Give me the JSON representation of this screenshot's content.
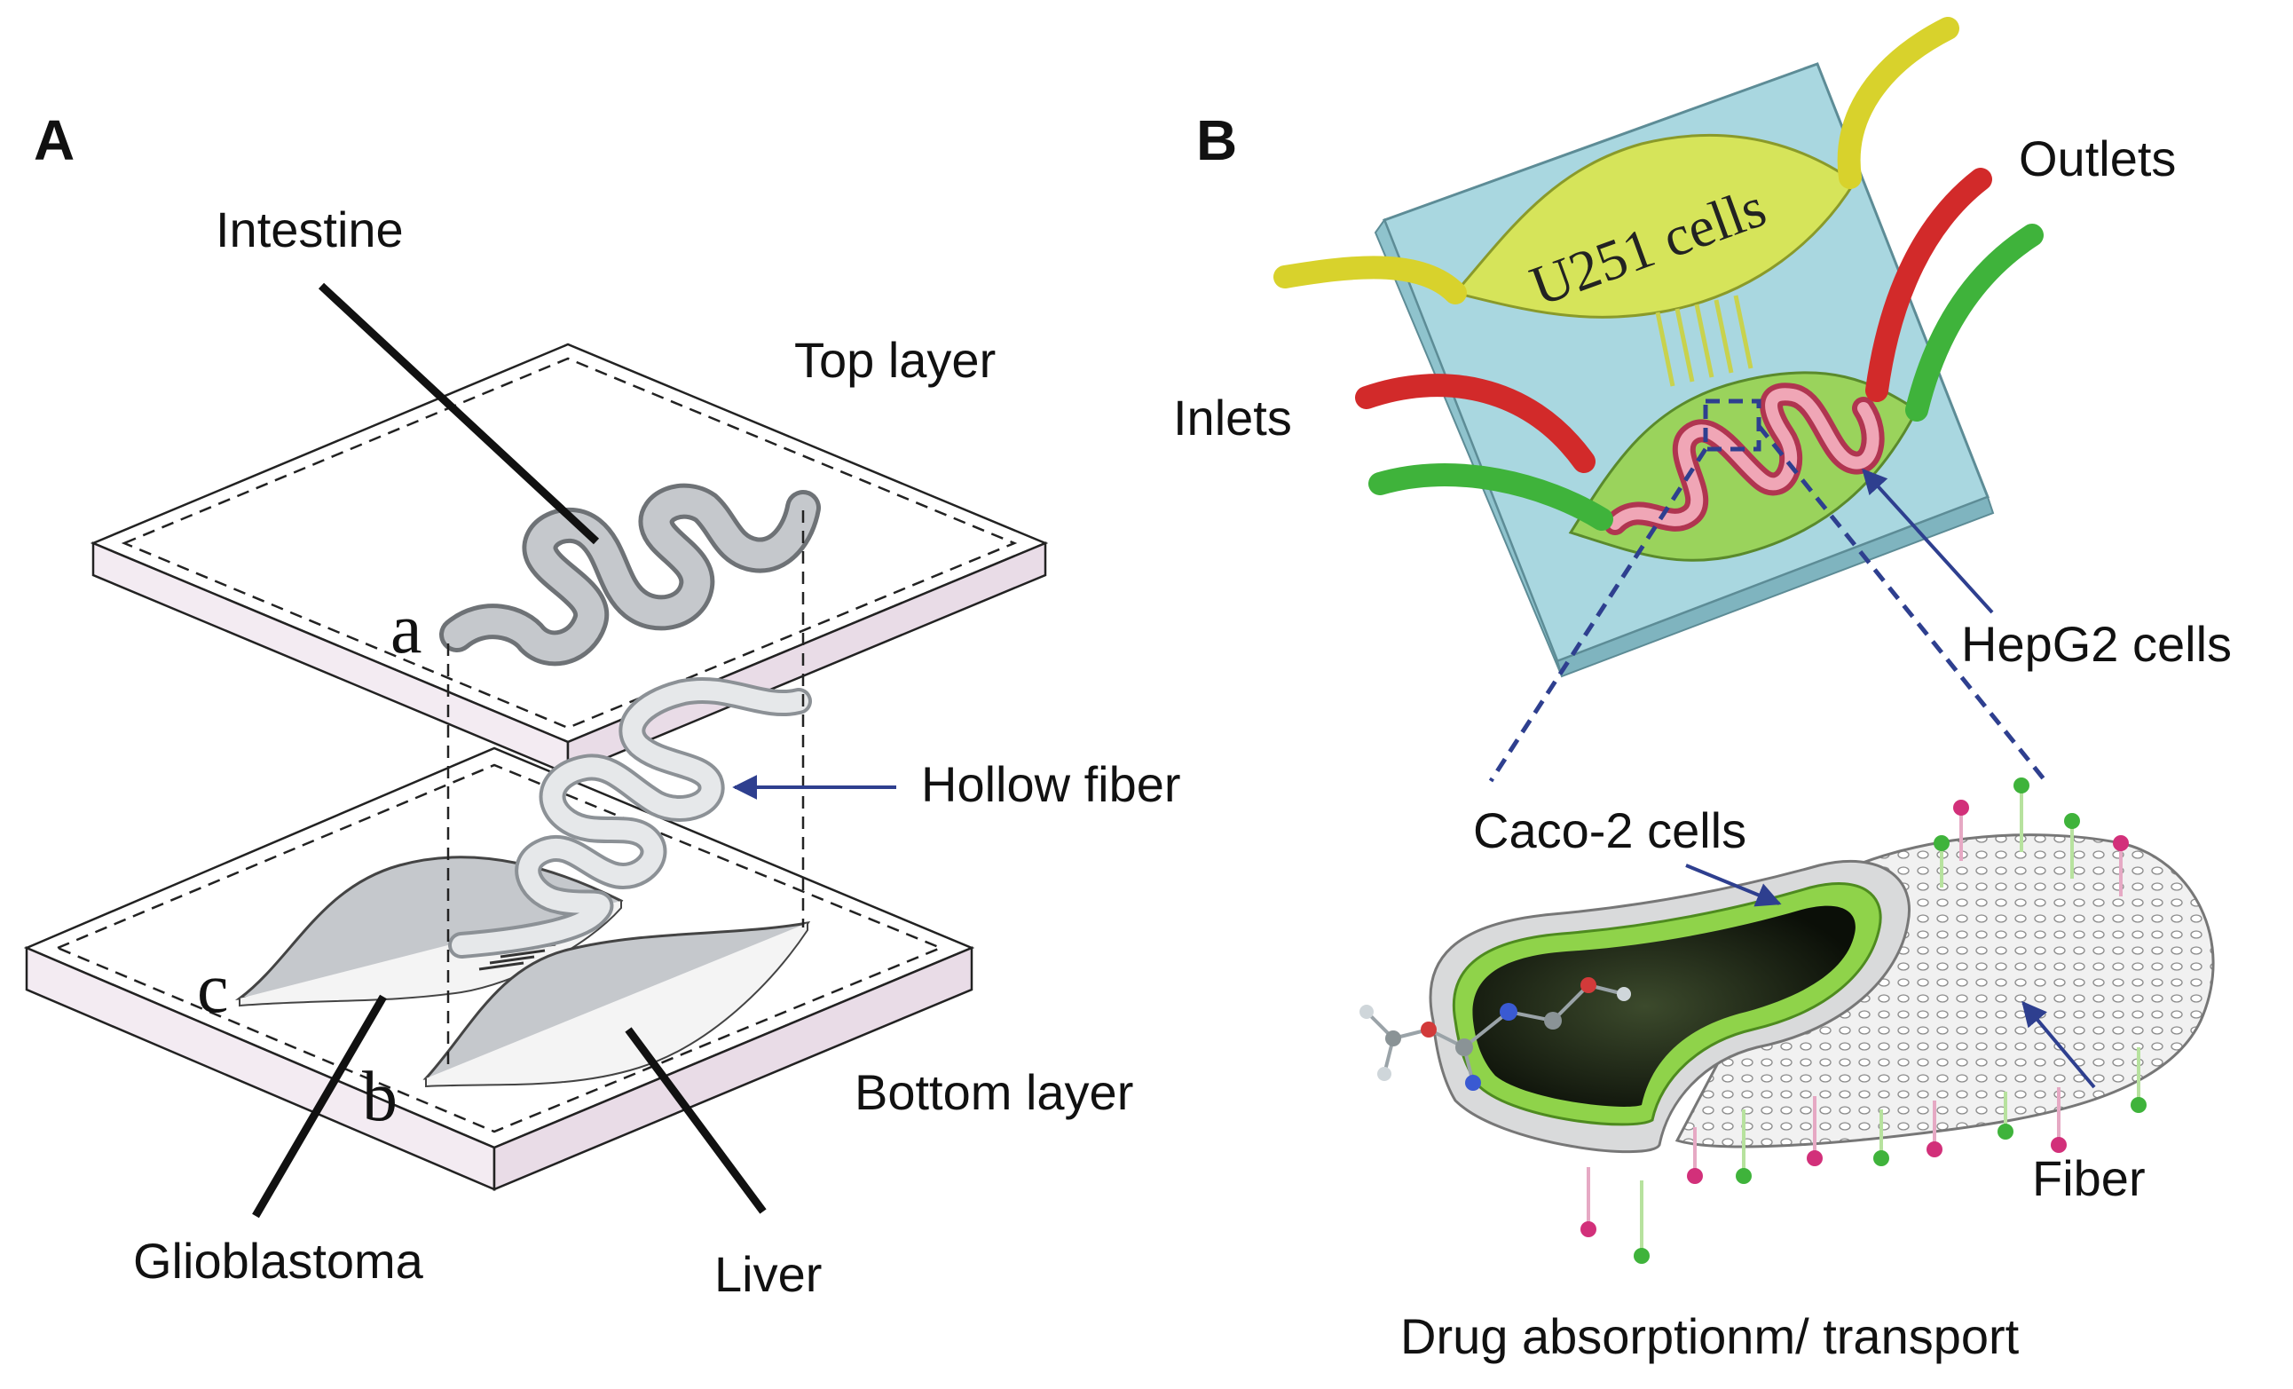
{
  "panel_a": {
    "letter": "A",
    "labels": {
      "intestine": "Intestine",
      "top_layer": "Top layer",
      "hollow_fiber": "Hollow fiber",
      "bottom_layer": "Bottom layer",
      "glioblastoma": "Glioblastoma",
      "liver": "Liver"
    },
    "ports": {
      "a": "a",
      "b": "b",
      "c": "c"
    }
  },
  "panel_b": {
    "letter": "B",
    "labels": {
      "u251": "U251 cells",
      "outlets": "Outlets",
      "inlets": "Inlets",
      "hepg2": "HepG2 cells",
      "caco2": "Caco-2 cells",
      "fiber": "Fiber",
      "caption": "Drug absorptionm/ transport"
    }
  },
  "colors": {
    "layer_edge": "#e7d9e5",
    "chamber_gray": "#c5c8cc",
    "arrow_blue": "#2e3f8f",
    "chip_blue": "#a9d7e0",
    "u251_yellow": "#d6e45a",
    "hepg2_green": "#9ad35c",
    "tube_red": "#d22a2a",
    "tube_green": "#3fb33b",
    "tube_yellow": "#d8d22c",
    "caco_green": "#8fd34a"
  }
}
